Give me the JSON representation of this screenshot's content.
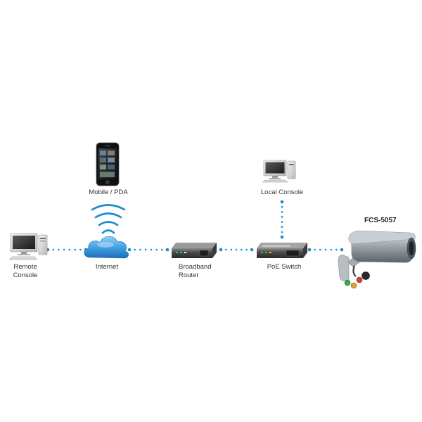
{
  "nodes": {
    "remote_console": {
      "line1": "Remote",
      "line2": "Console"
    },
    "internet": {
      "label": "Internet"
    },
    "mobile": {
      "label": "Mobile / PDA"
    },
    "router": {
      "line1": "Broadband",
      "line2": "Router"
    },
    "poe_switch": {
      "label": "PoE Switch"
    },
    "local_console": {
      "label": "Local Console"
    },
    "camera": {
      "model": "FCS-5057"
    }
  },
  "colors": {
    "connector": "#1b8ccf",
    "wifi": "#1b8ccf",
    "cloud": "#2f8fd6"
  },
  "icons": {
    "remote_console": "desktop-computer-icon",
    "internet": "cloud-icon",
    "mobile": "smartphone-icon",
    "wifi": "wifi-signal-icon",
    "router": "router-icon",
    "poe_switch": "network-switch-icon",
    "local_console": "desktop-computer-icon",
    "camera": "bullet-camera-icon"
  }
}
